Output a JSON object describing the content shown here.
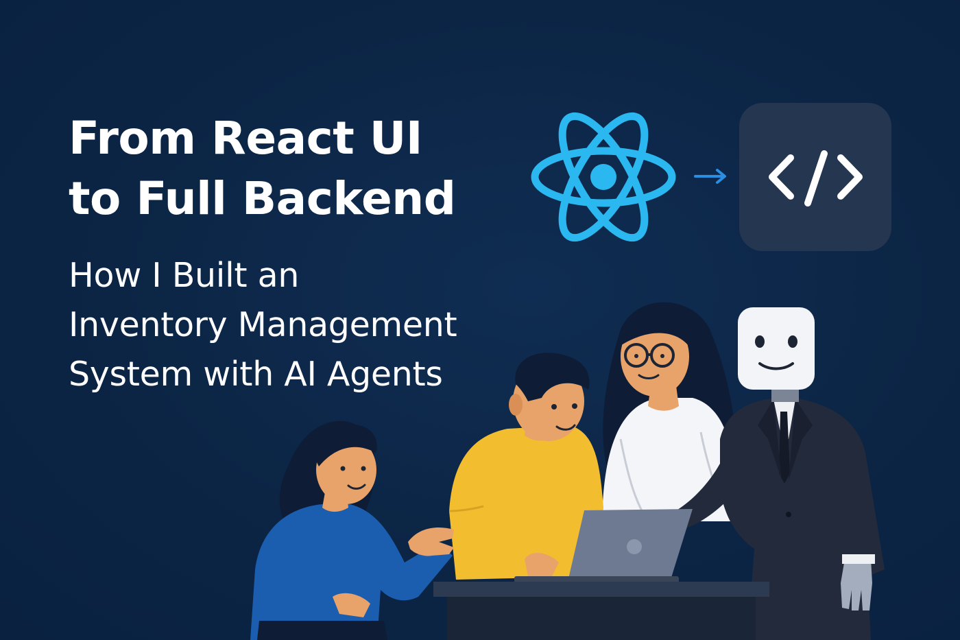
{
  "headline": {
    "line1": "From React UI",
    "line2": "to Full Backend"
  },
  "subheadline": {
    "line1": "How I Built an",
    "line2": "Inventory Management",
    "line3": "System with AI Agents"
  },
  "icons": {
    "react": "react-atom-icon",
    "arrow": "arrow-right-icon",
    "code": "code-brackets-icon",
    "laptop": "laptop-icon",
    "robot": "robot-agent-icon"
  },
  "colors": {
    "background": "#0c2545",
    "react_accent": "#2bb8f0",
    "code_tile": "#253650",
    "shirt_yellow": "#f2bd2f",
    "sweater_blue": "#1b5eb0",
    "suit_dark": "#20283a"
  }
}
